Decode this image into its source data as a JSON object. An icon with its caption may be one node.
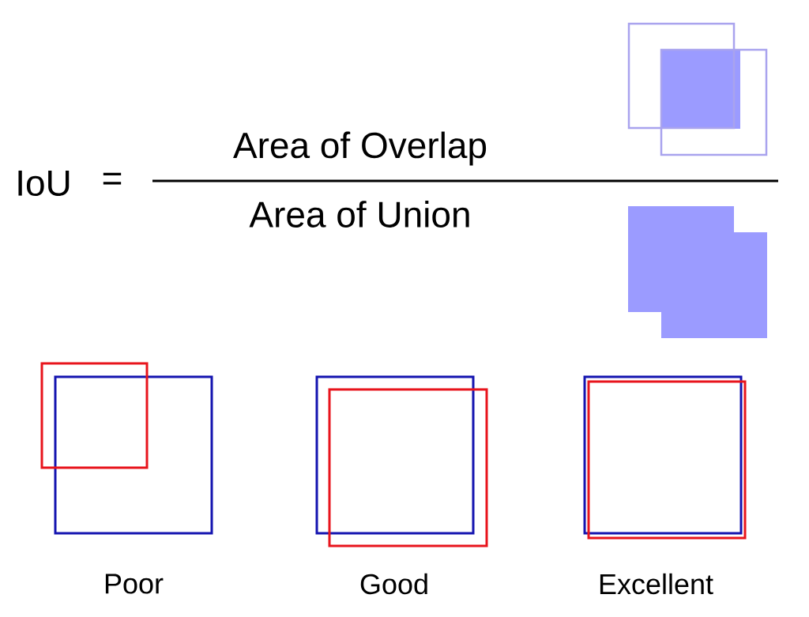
{
  "diagram": {
    "labels": [
      "IoU",
      "=",
      "Area of Overlap",
      "Area of Union",
      "Poor",
      "Good",
      "Excellent"
    ]
  }
}
